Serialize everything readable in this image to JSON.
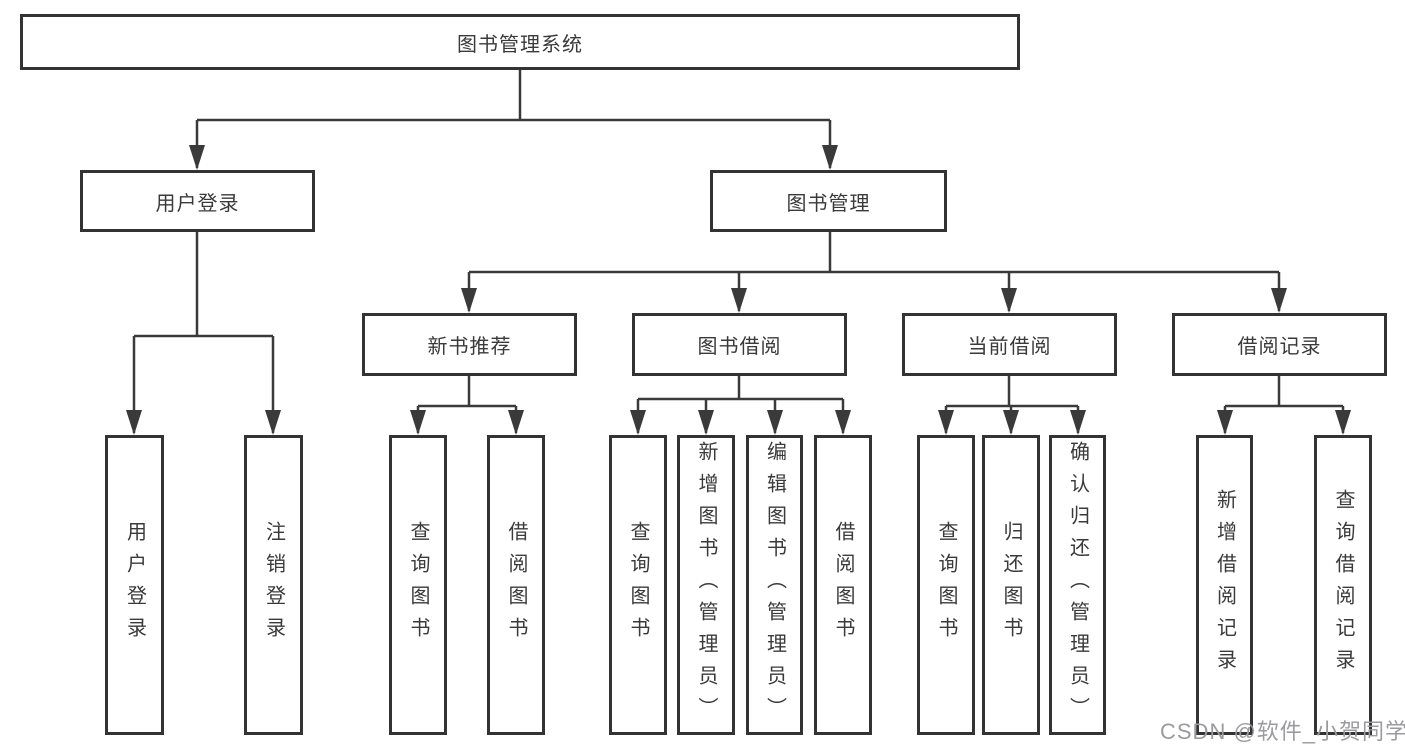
{
  "colors": {
    "line": "#3a3a3a",
    "box_border": "#333333",
    "text": "#3a3a3a",
    "watermark": "#9b9b9f",
    "background": "#ffffff"
  },
  "diagram": {
    "title": "图书管理系统",
    "branches": [
      {
        "label": "用户登录",
        "children": [
          "用户登录",
          "注销登录"
        ]
      },
      {
        "label": "图书管理",
        "sections": [
          {
            "label": "新书推荐",
            "children": [
              "查询图书",
              "借阅图书"
            ]
          },
          {
            "label": "图书借阅",
            "children": [
              "查询图书",
              "新增图书（管理员）",
              "编辑图书（管理员）",
              "借阅图书"
            ]
          },
          {
            "label": "当前借阅",
            "children": [
              "查询图书",
              "归还图书",
              "确认归还（管理员）"
            ]
          },
          {
            "label": "借阅记录",
            "children": [
              "新增借阅记录",
              "查询借阅记录"
            ]
          }
        ]
      }
    ]
  },
  "watermark": {
    "text": "CSDN @软件_小贺同学"
  }
}
